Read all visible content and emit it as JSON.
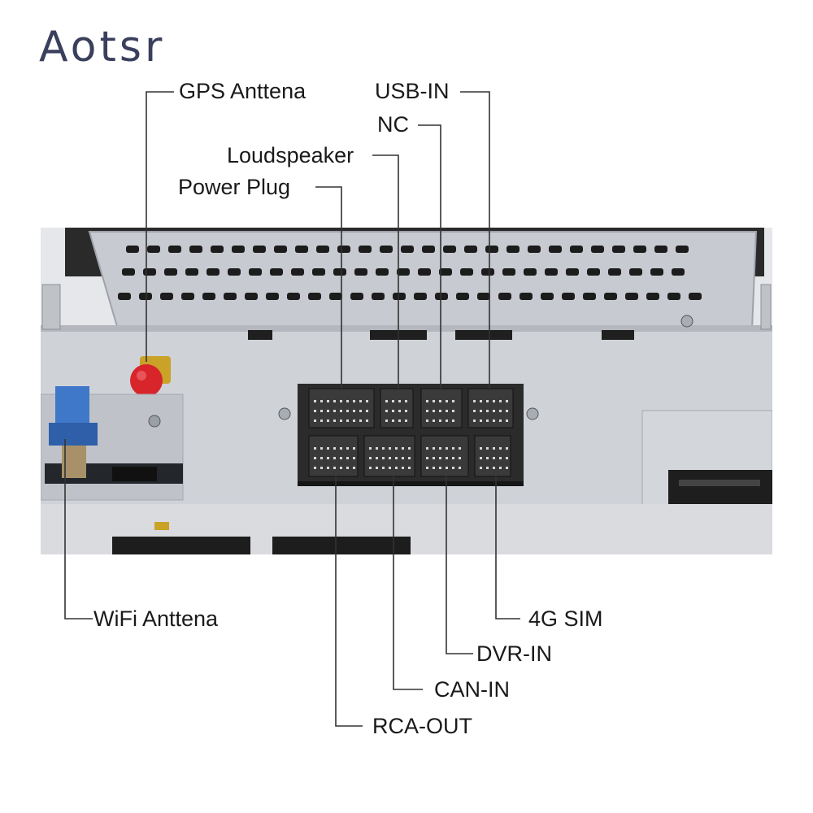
{
  "brand": {
    "logo_text": "Aotsr"
  },
  "labels": {
    "gps": "GPS Anttena",
    "usb_in": "USB-IN",
    "nc": "NC",
    "loudspeaker": "Loudspeaker",
    "power_plug": "Power Plug",
    "wifi": "WiFi Anttena",
    "sim_4g": "4G SIM",
    "dvr_in": "DVR-IN",
    "can_in": "CAN-IN",
    "rca_out": "RCA-OUT"
  },
  "colors": {
    "logo": "#3a3f5c",
    "leader_line": "#333333",
    "chassis": "#c9ccd2",
    "connector_block": "#2b2b2b",
    "gps_connector": "#d8242b",
    "wifi_connector": "#3f78c8"
  }
}
